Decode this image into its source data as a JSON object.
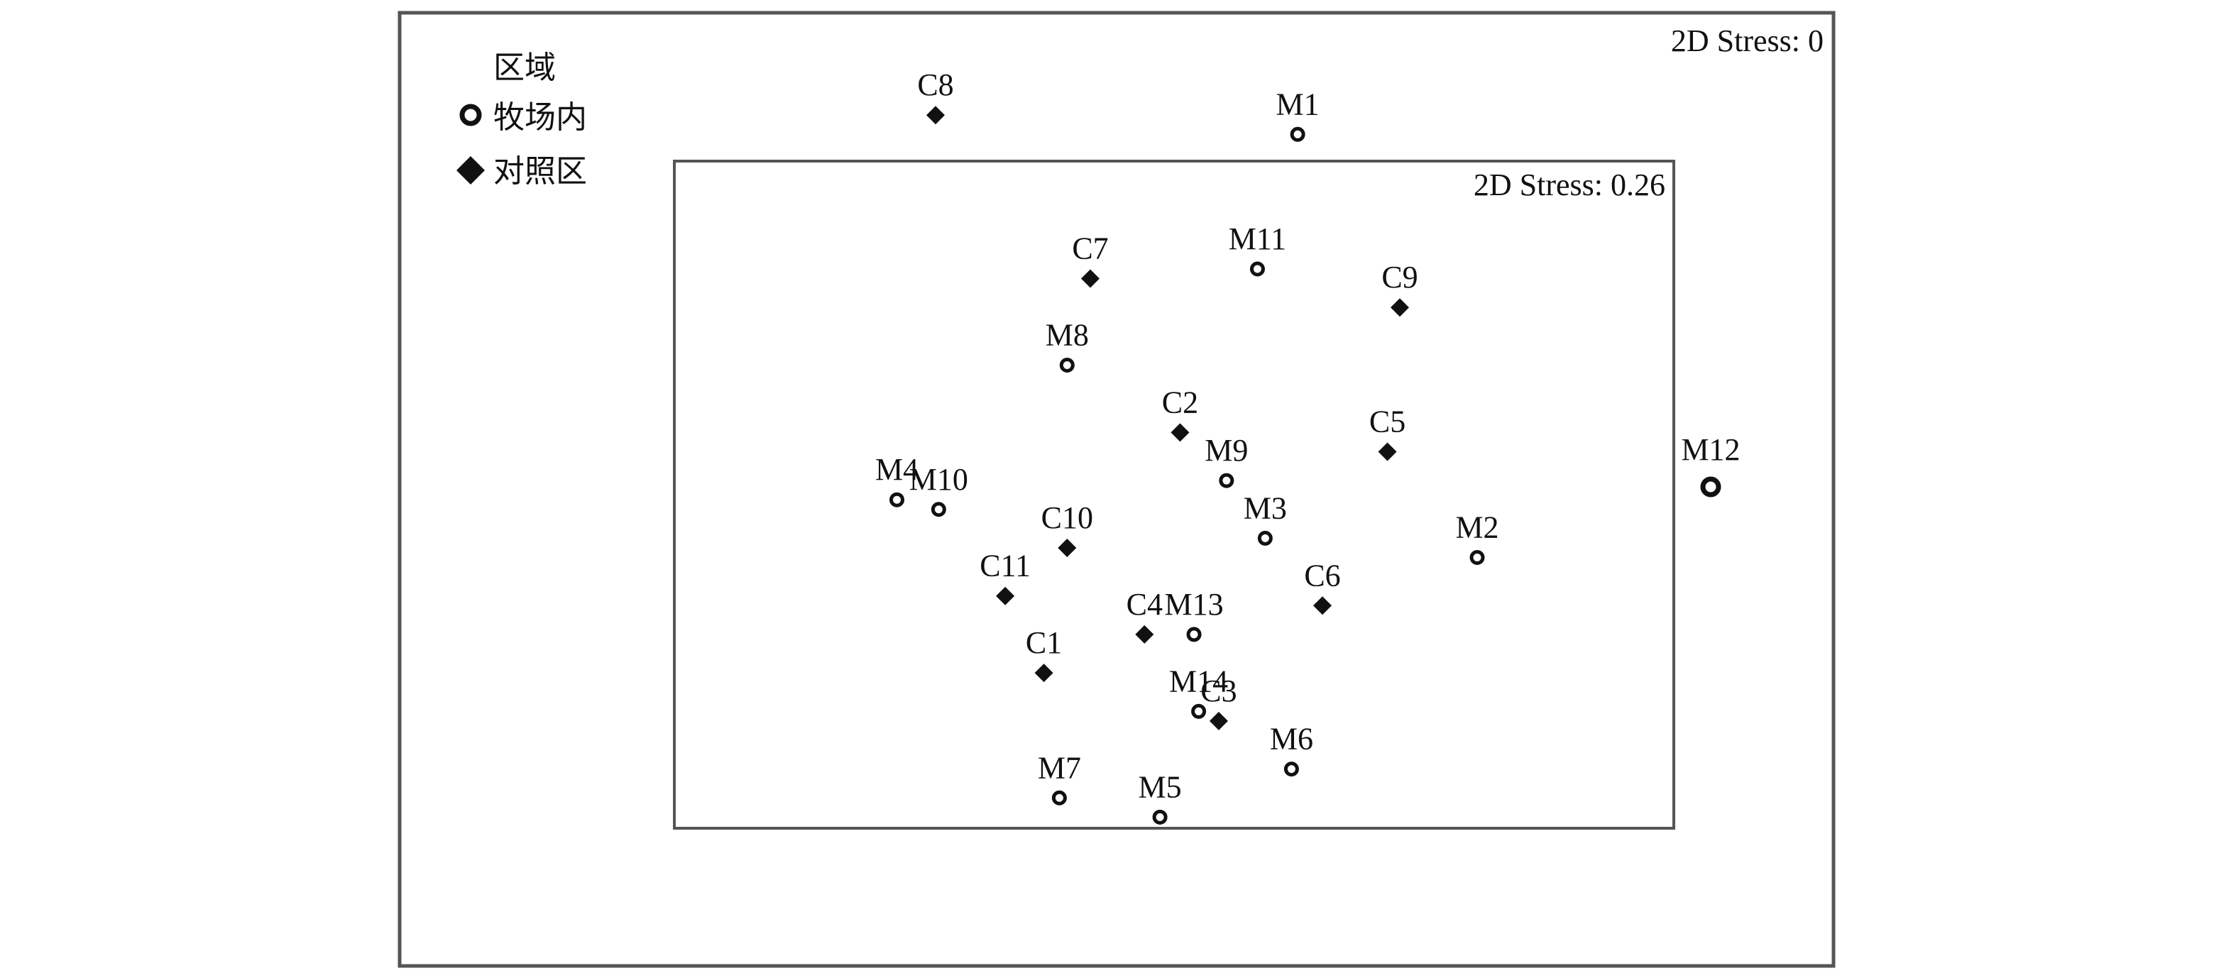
{
  "colors": {
    "ink": "#111111",
    "background": "#ffffff"
  },
  "chart_data": [
    {
      "type": "scatter",
      "name": "outer-nmds",
      "stress_label": "2D Stress: 0",
      "legend": {
        "title": "区域",
        "placement": "top-left",
        "items": [
          {
            "label": "牧场内",
            "marker": "open-circle"
          },
          {
            "label": "对照区",
            "marker": "filled-diamond"
          }
        ]
      },
      "points": [
        {
          "label": "M12",
          "group": "牧场内",
          "x": 3.0,
          "y": 0.0
        }
      ],
      "inner_cluster": "all other samples"
    },
    {
      "type": "scatter",
      "name": "inner-nmds",
      "stress_label": "2D Stress: 0.26",
      "points": [
        {
          "label": "C8",
          "group": "对照区",
          "x": -1.5,
          "y": 1.8
        },
        {
          "label": "M1",
          "group": "牧场内",
          "x": 0.84,
          "y": 1.7
        },
        {
          "label": "C7",
          "group": "对照区",
          "x": -0.5,
          "y": 0.95
        },
        {
          "label": "M11",
          "group": "牧场内",
          "x": 0.58,
          "y": 1.0
        },
        {
          "label": "C9",
          "group": "对照区",
          "x": 1.5,
          "y": 0.8
        },
        {
          "label": "M8",
          "group": "牧场内",
          "x": -0.65,
          "y": 0.5
        },
        {
          "label": "C2",
          "group": "对照区",
          "x": 0.08,
          "y": 0.15
        },
        {
          "label": "C5",
          "group": "对照区",
          "x": 1.42,
          "y": 0.05
        },
        {
          "label": "M9",
          "group": "牧场内",
          "x": 0.38,
          "y": -0.1
        },
        {
          "label": "M4",
          "group": "牧场内",
          "x": -1.75,
          "y": -0.2
        },
        {
          "label": "M10",
          "group": "牧场内",
          "x": -1.48,
          "y": -0.25
        },
        {
          "label": "C10",
          "group": "对照区",
          "x": -0.65,
          "y": -0.45
        },
        {
          "label": "M3",
          "group": "牧场内",
          "x": 0.63,
          "y": -0.4
        },
        {
          "label": "M2",
          "group": "牧场内",
          "x": 2.0,
          "y": -0.5
        },
        {
          "label": "C11",
          "group": "对照区",
          "x": -1.05,
          "y": -0.7
        },
        {
          "label": "C6",
          "group": "对照区",
          "x": 1.0,
          "y": -0.75
        },
        {
          "label": "C4",
          "group": "对照区",
          "x": -0.15,
          "y": -0.9
        },
        {
          "label": "M13",
          "group": "牧场内",
          "x": 0.17,
          "y": -0.9
        },
        {
          "label": "C1",
          "group": "对照区",
          "x": -0.8,
          "y": -1.1
        },
        {
          "label": "M14",
          "group": "牧场内",
          "x": 0.2,
          "y": -1.3
        },
        {
          "label": "C3",
          "group": "对照区",
          "x": 0.33,
          "y": -1.35
        },
        {
          "label": "M6",
          "group": "牧场内",
          "x": 0.8,
          "y": -1.6
        },
        {
          "label": "M7",
          "group": "牧场内",
          "x": -0.7,
          "y": -1.75
        },
        {
          "label": "M5",
          "group": "牧场内",
          "x": -0.05,
          "y": -1.85
        }
      ]
    }
  ]
}
